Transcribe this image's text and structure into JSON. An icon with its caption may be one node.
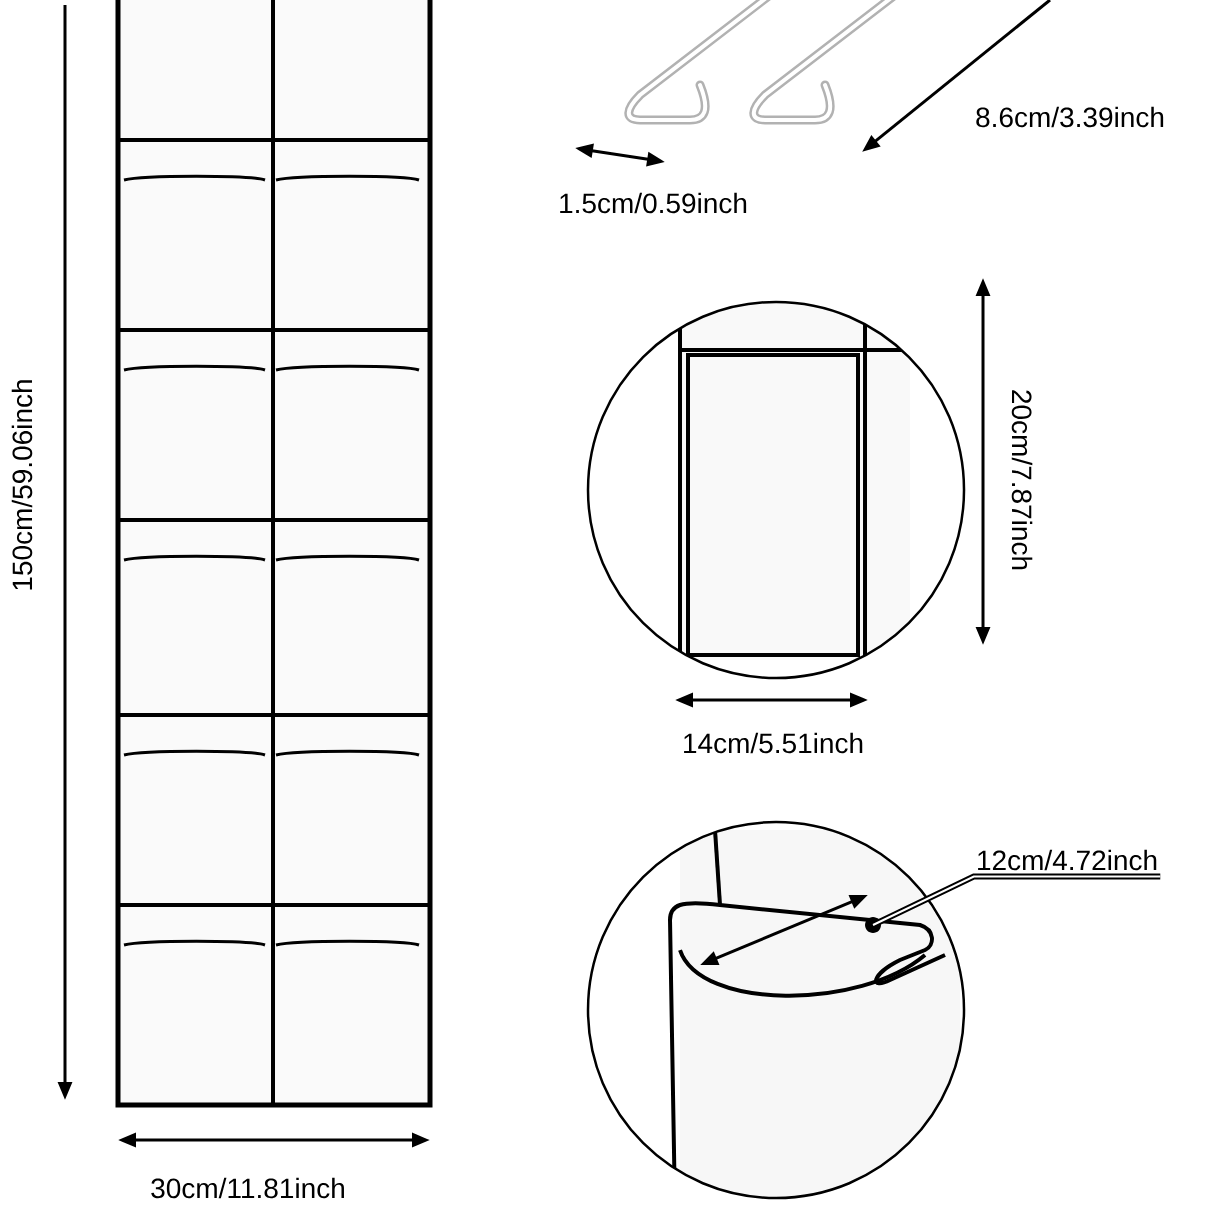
{
  "diagram": {
    "nodes": [
      {
        "text": [
          "12cm/4.72inch"
        ]
      },
      {
        "text": [],
        "shape": "circle"
      }
    ],
    "edges": [
      {
        "from": 0,
        "to": 1,
        "arrow": "none"
      }
    ],
    "labels": [
      "8.6cm/3.39inch",
      "1.5cm/0.59inch",
      "150cm/59.06inch",
      "20cm/7.87inch",
      "14cm/5.51inch",
      "30cm/11.81inch"
    ]
  }
}
